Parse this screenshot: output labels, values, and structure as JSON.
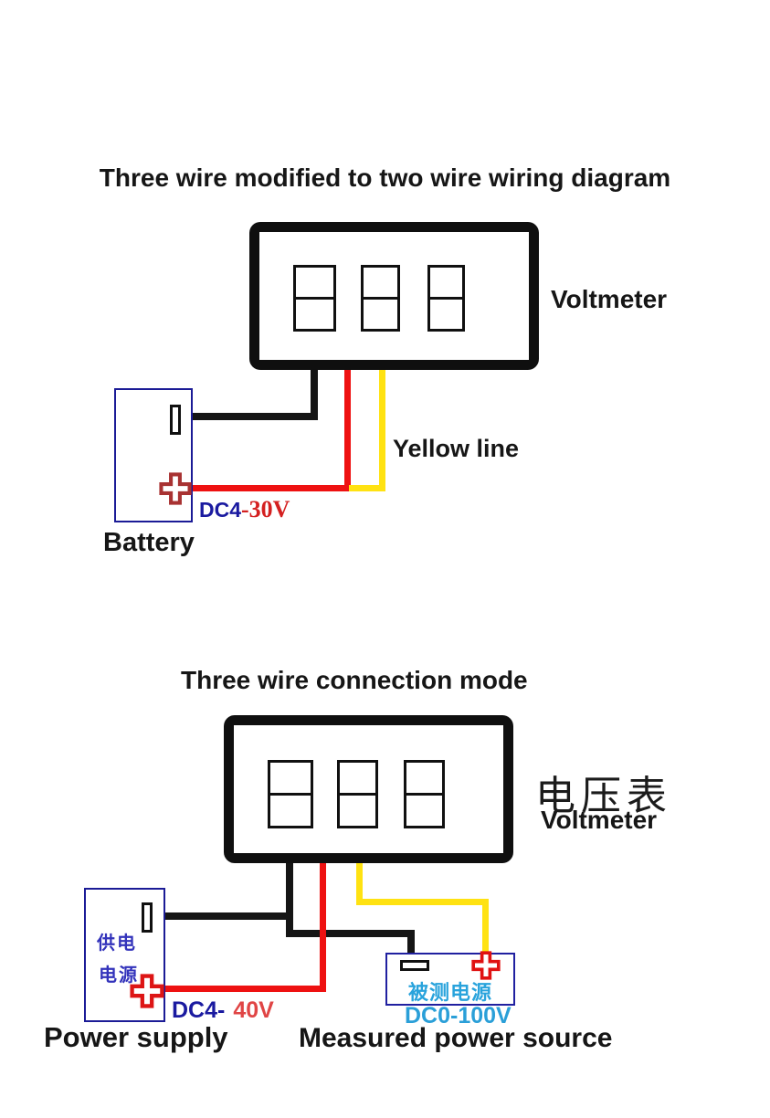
{
  "top": {
    "title": "Three wire modified to two wire wiring diagram",
    "voltmeter_label": "Voltmeter",
    "yellow_line_label": "Yellow line",
    "battery_label": "Battery",
    "spec_prefix": "DC4",
    "spec_range": "-30V"
  },
  "bottom": {
    "title": "Three wire connection mode",
    "voltmeter_cn": "电压表",
    "voltmeter_label": "Voltmeter",
    "supply_cn1": "供电",
    "supply_cn2": "电源",
    "supply_label": "Power supply",
    "spec_prefix": "DC4-",
    "spec_range": "40V",
    "measured_cn": "被测电源",
    "measured_range": "DC0-100V",
    "measured_label": "Measured power source"
  },
  "colors": {
    "wire_black": "#151515",
    "wire_red": "#ee1111",
    "wire_yellow": "#ffe212",
    "box_outline_blue": "#1b1b96",
    "chinese_label_blue": "#3333bb",
    "measured_label_cyan": "#29a3dc",
    "spec_blue": "#1a1aa0",
    "spec_red": "#d42020",
    "battery_plus_red": "#a83232",
    "supply_plus_red": "#dd1515"
  }
}
